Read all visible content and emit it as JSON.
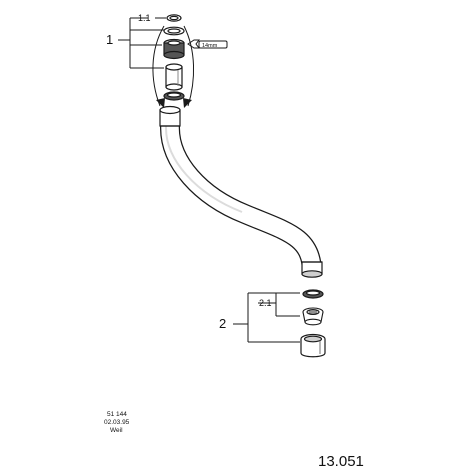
{
  "callouts": {
    "main_1": "1",
    "sub_1_1": "1.1",
    "main_2": "2",
    "sub_2_1": "2.1"
  },
  "tool_label": "14mm",
  "meta": {
    "part_no": "51 144",
    "date": "02.03.95",
    "author": "Weil"
  },
  "doc_number": "13.051",
  "colors": {
    "line": "#1a1a1a",
    "fill": "#ffffff",
    "shade": "#cfcfcf",
    "dark": "#555555"
  }
}
